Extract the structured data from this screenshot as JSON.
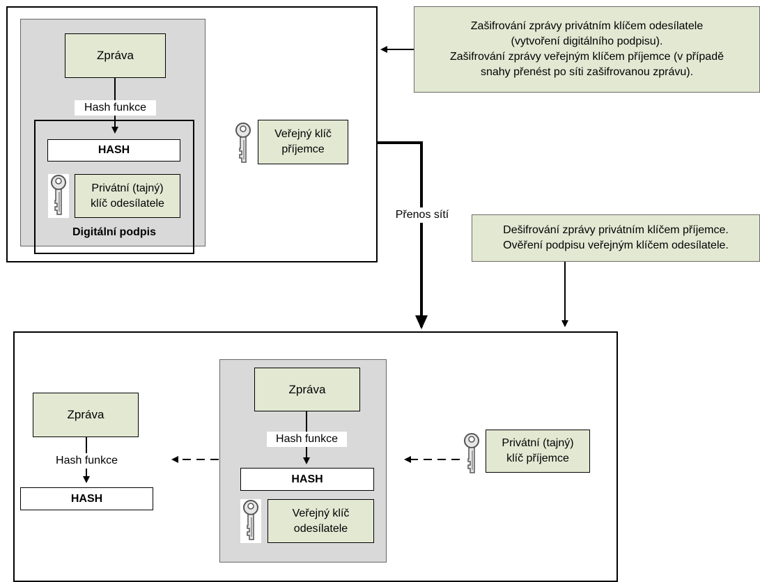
{
  "sender": {
    "message": "Zpráva",
    "hash_function": "Hash funkce",
    "hash": "HASH",
    "private_key_line1": "Privátní (tajný)",
    "private_key_line2": "klíč odesílatele",
    "signature_label": "Digitální podpis",
    "recipient_public_key_line1": "Veřejný klíč",
    "recipient_public_key_line2": "příjemce"
  },
  "transfer": {
    "label": "Přenos sítí"
  },
  "note_encrypt": {
    "line1": "Zašifrování zprávy privátním klíčem odesílatele",
    "line2": "(vytvoření digitálního podpisu).",
    "line3": "Zašifrování zprávy veřejným klíčem příjemce (v případě",
    "line4": "snahy přenést po síti zašifrovanou zprávu)."
  },
  "note_decrypt": {
    "line1": "Dešifrování zprávy privátním klíčem příjemce.",
    "line2": "Ověření podpisu veřejným klíčem odesílatele."
  },
  "receiver": {
    "message": "Zpráva",
    "hash_function": "Hash funkce",
    "hash": "HASH",
    "sender_public_key_line1": "Veřejný klíč",
    "sender_public_key_line2": "odesílatele",
    "private_key_line1": "Privátní (tajný)",
    "private_key_line2": "klíč příjemce",
    "computed_message": "Zpráva",
    "computed_hash_function": "Hash funkce",
    "computed_hash": "HASH"
  },
  "icons": [
    "key-icon"
  ]
}
